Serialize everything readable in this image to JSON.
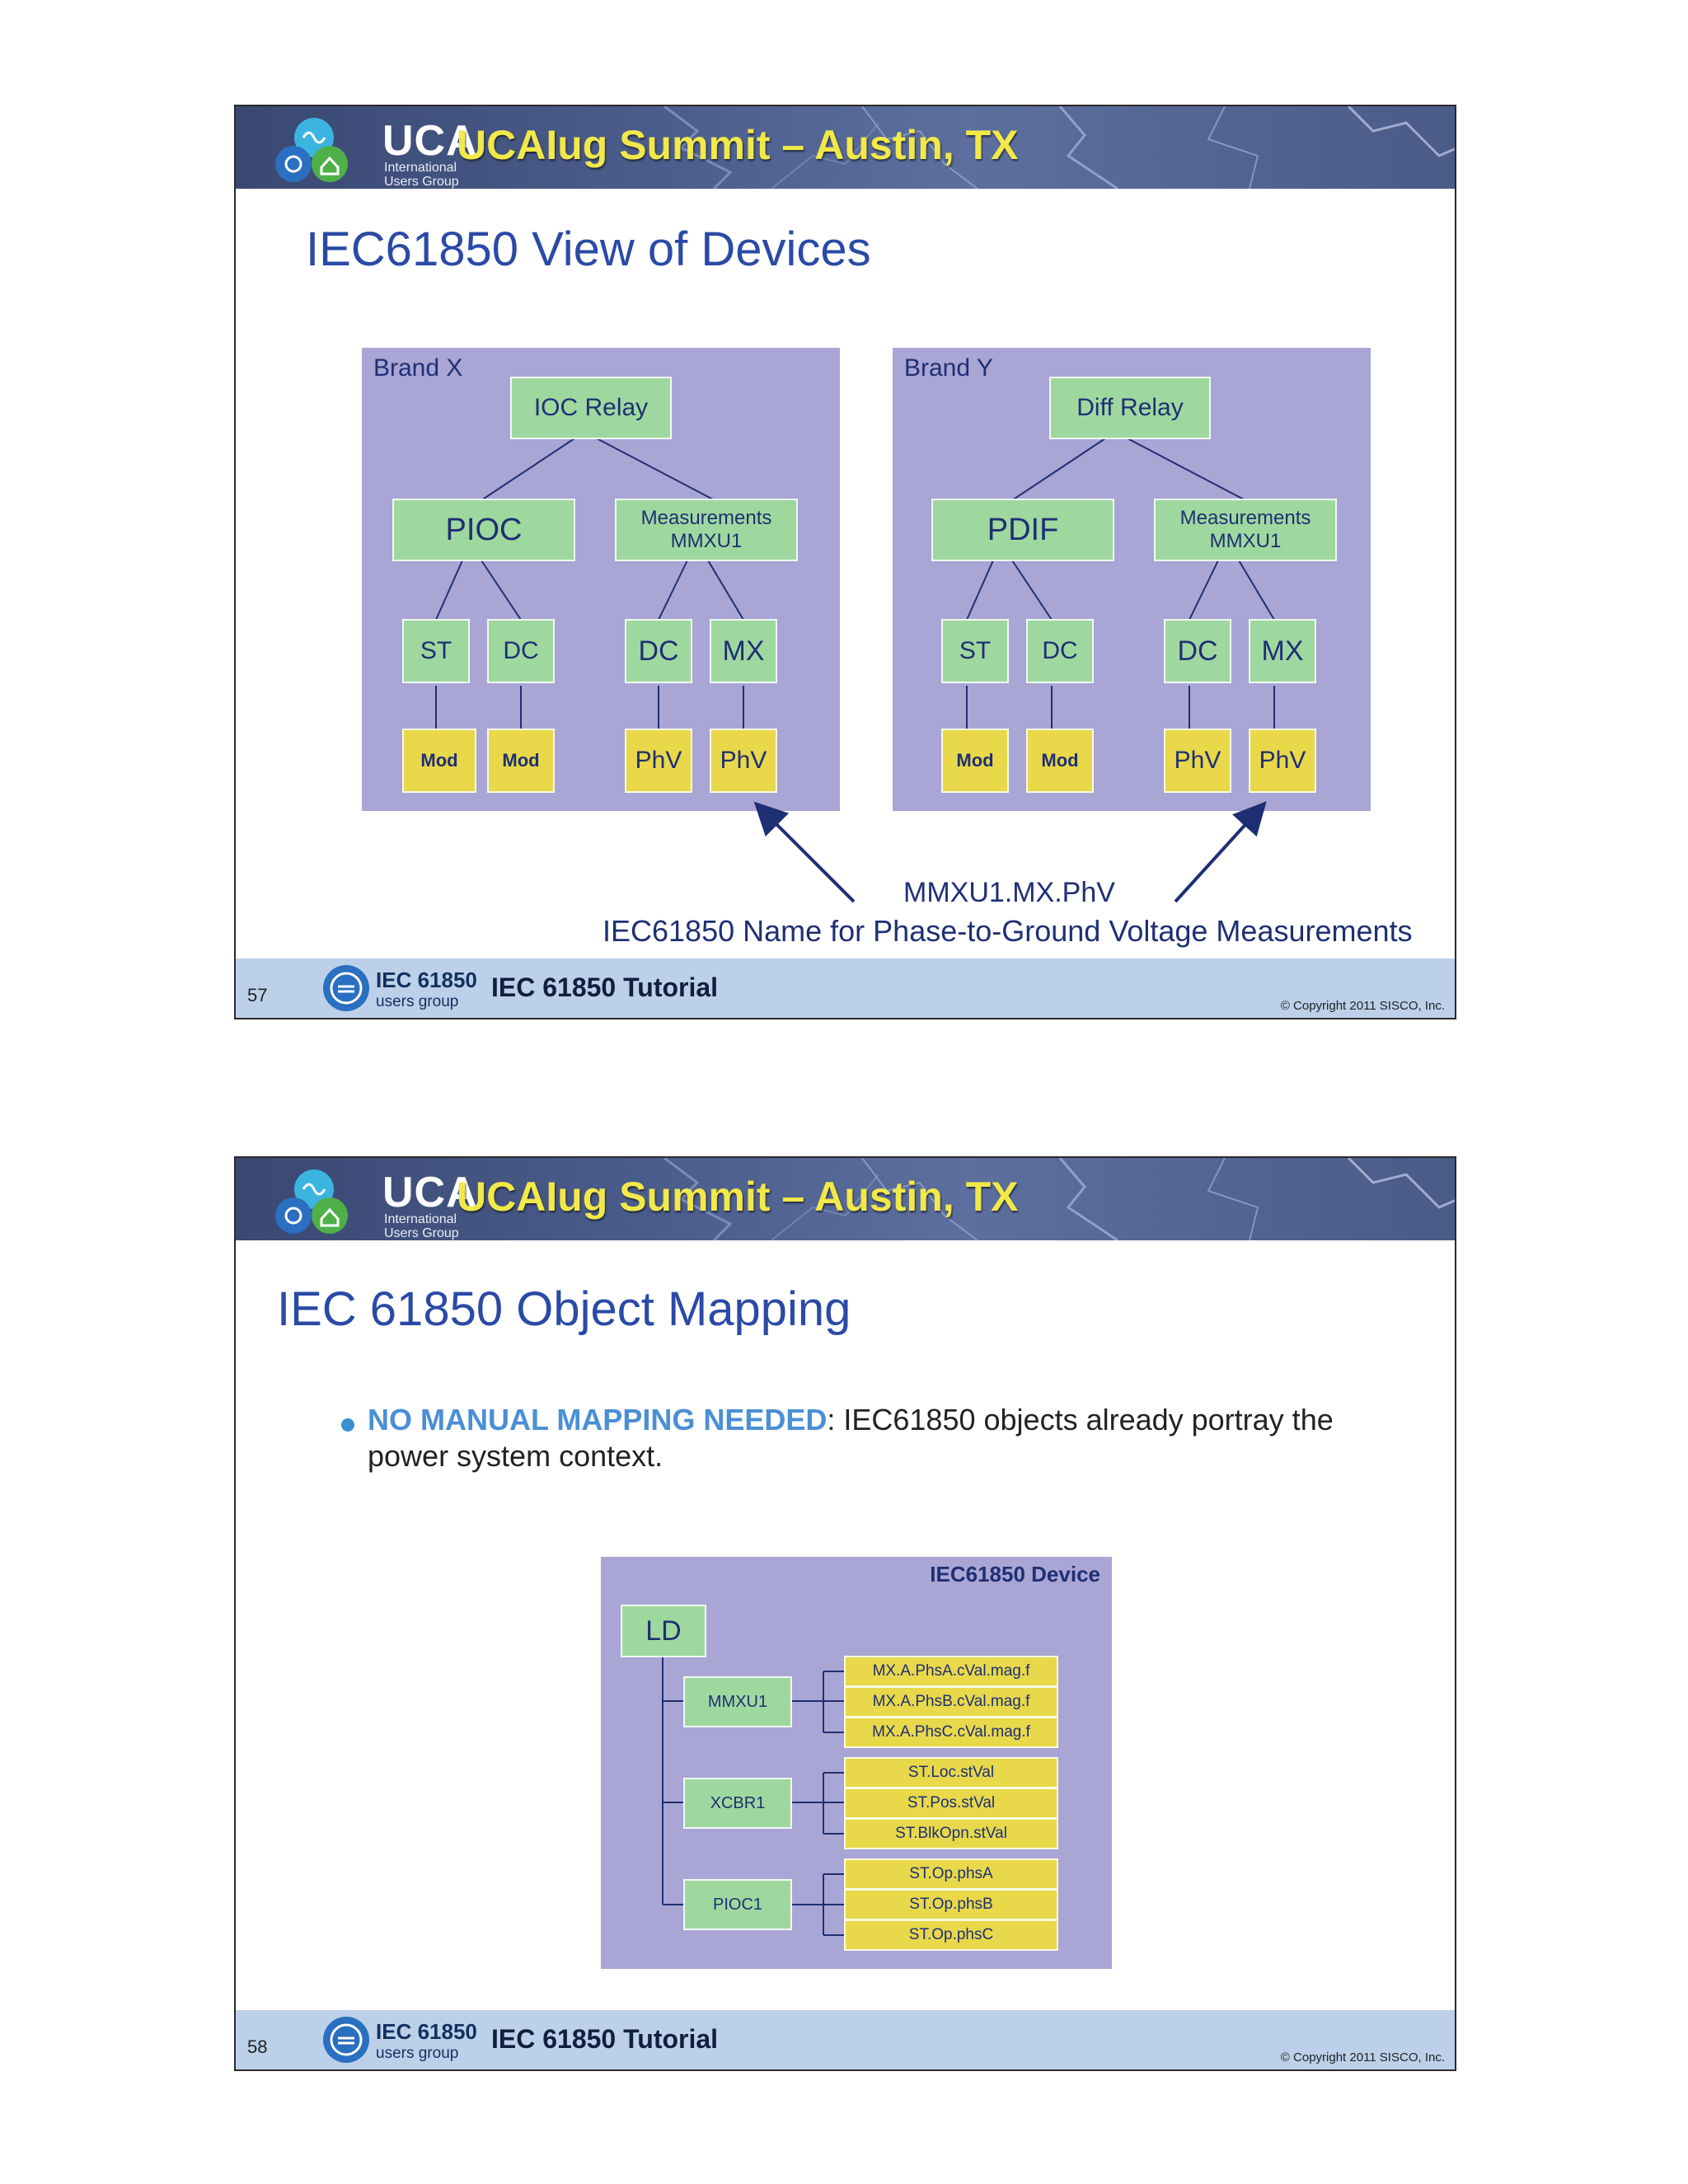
{
  "slides": [
    {
      "header_title": "UCAIug Summit – Austin, TX",
      "logo": {
        "text": "UCA",
        "sub1": "International",
        "sub2": "Users Group"
      },
      "title": "IEC61850 View of Devices",
      "brands": [
        {
          "label": "Brand X",
          "root": "IOC Relay",
          "left_ln": "PIOC",
          "right_ln": [
            "Measurements",
            "MMXU1"
          ],
          "fc": [
            "ST",
            "DC",
            "DC",
            "MX"
          ],
          "data": [
            "Mod",
            "Mod",
            "PhV",
            "PhV"
          ]
        },
        {
          "label": "Brand Y",
          "root": "Diff Relay",
          "left_ln": "PDIF",
          "right_ln": [
            "Measurements",
            "MMXU1"
          ],
          "fc": [
            "ST",
            "DC",
            "DC",
            "MX"
          ],
          "data": [
            "Mod",
            "Mod",
            "PhV",
            "PhV"
          ]
        }
      ],
      "caption_line1": "MMXU1.MX.PhV",
      "caption_line2": "IEC61850  Name for Phase-to-Ground Voltage Measurements",
      "footer": {
        "page": "57",
        "iec_name": "IEC 61850",
        "iec_sub": "users group",
        "title": "IEC 61850 Tutorial",
        "copyright": "© Copyright 2011 SISCO, Inc."
      }
    },
    {
      "header_title": "UCAIug Summit – Austin, TX",
      "logo": {
        "text": "UCA",
        "sub1": "International",
        "sub2": "Users Group"
      },
      "title": "IEC 61850 Object Mapping",
      "bullet_emphasis": "NO MANUAL MAPPING NEEDED",
      "bullet_rest": ": IEC61850 objects already portray the power system context.",
      "device": {
        "title": "IEC61850 Device",
        "ld": "LD",
        "groups": [
          {
            "ln": "MMXU1",
            "items": [
              "MX.A.PhsA.cVal.mag.f",
              "MX.A.PhsB.cVal.mag.f",
              "MX.A.PhsC.cVal.mag.f"
            ]
          },
          {
            "ln": "XCBR1",
            "items": [
              "ST.Loc.stVal",
              "ST.Pos.stVal",
              "ST.BlkOpn.stVal"
            ]
          },
          {
            "ln": "PIOC1",
            "items": [
              "ST.Op.phsA",
              "ST.Op.phsB",
              "ST.Op.phsC"
            ]
          }
        ]
      },
      "footer": {
        "page": "58",
        "iec_name": "IEC 61850",
        "iec_sub": "users group",
        "title": "IEC 61850 Tutorial",
        "copyright": "© Copyright 2011 SISCO, Inc."
      }
    }
  ],
  "colors": {
    "header_title": "#f1e84a",
    "slide_title": "#2b4aa6",
    "panel": "#a9a5d4",
    "green_box": "#9fd89f",
    "yellow_box": "#e8d84a",
    "footer": "#bcd0ea",
    "bullet_emphasis": "#4a8fd6"
  }
}
